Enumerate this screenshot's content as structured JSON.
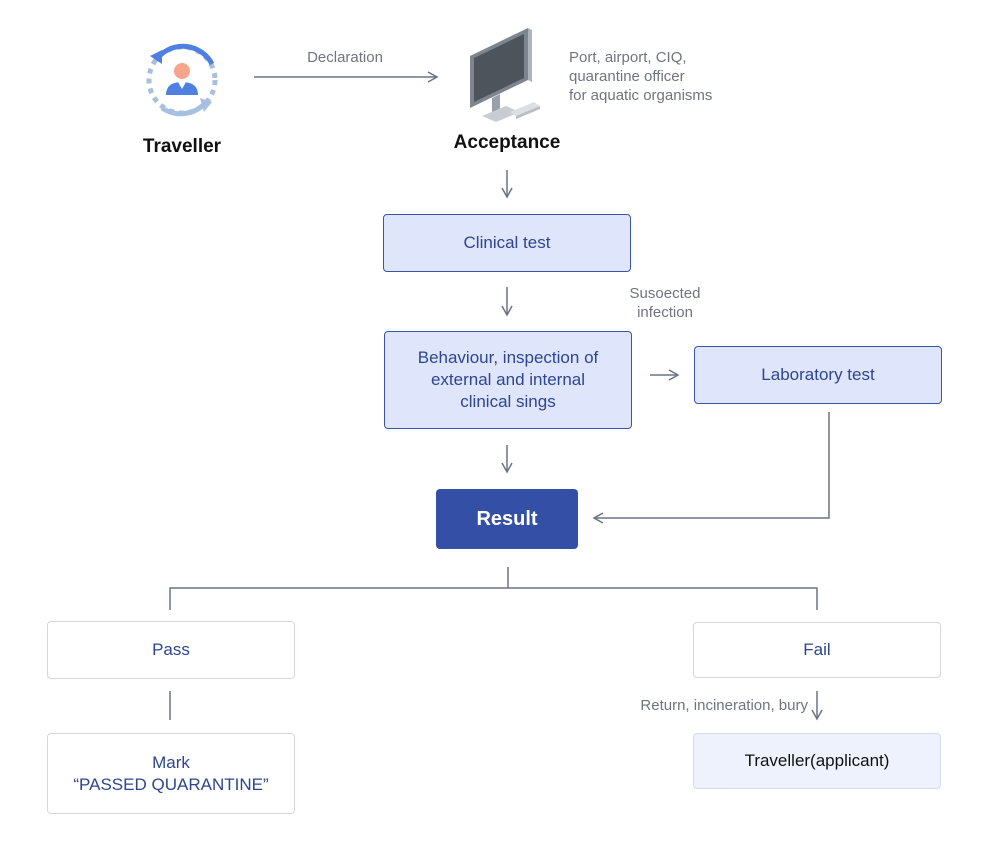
{
  "traveller": {
    "label": "Traveller"
  },
  "declaration": {
    "label": "Declaration"
  },
  "acceptance": {
    "label": "Acceptance",
    "note": [
      "Port, airport, CIQ,",
      "quarantine officer",
      "for aquatic organisms"
    ]
  },
  "clinical_test": {
    "label": "Clinical test"
  },
  "suspected": {
    "label": [
      "Susoected",
      "infection"
    ]
  },
  "behaviour": {
    "label": [
      "Behaviour, inspection of",
      "external and internal",
      "clinical sings"
    ]
  },
  "laboratory_test": {
    "label": "Laboratory test"
  },
  "result": {
    "label": "Result"
  },
  "pass": {
    "label": "Pass"
  },
  "mark": {
    "label": [
      "Mark",
      "“PASSED QUARANTINE”"
    ]
  },
  "fail": {
    "label": "Fail"
  },
  "return_note": {
    "label": "Return, incineration, bury"
  },
  "traveller_applicant": {
    "label": "Traveller(applicant)"
  },
  "colors": {
    "accent": "#3450a6",
    "box_fill": "#dfe6fc",
    "line": "#6a7385",
    "icon_blue": "#4f7fe0",
    "icon_gray": "#a8c0df",
    "person": "#f4a58a"
  }
}
